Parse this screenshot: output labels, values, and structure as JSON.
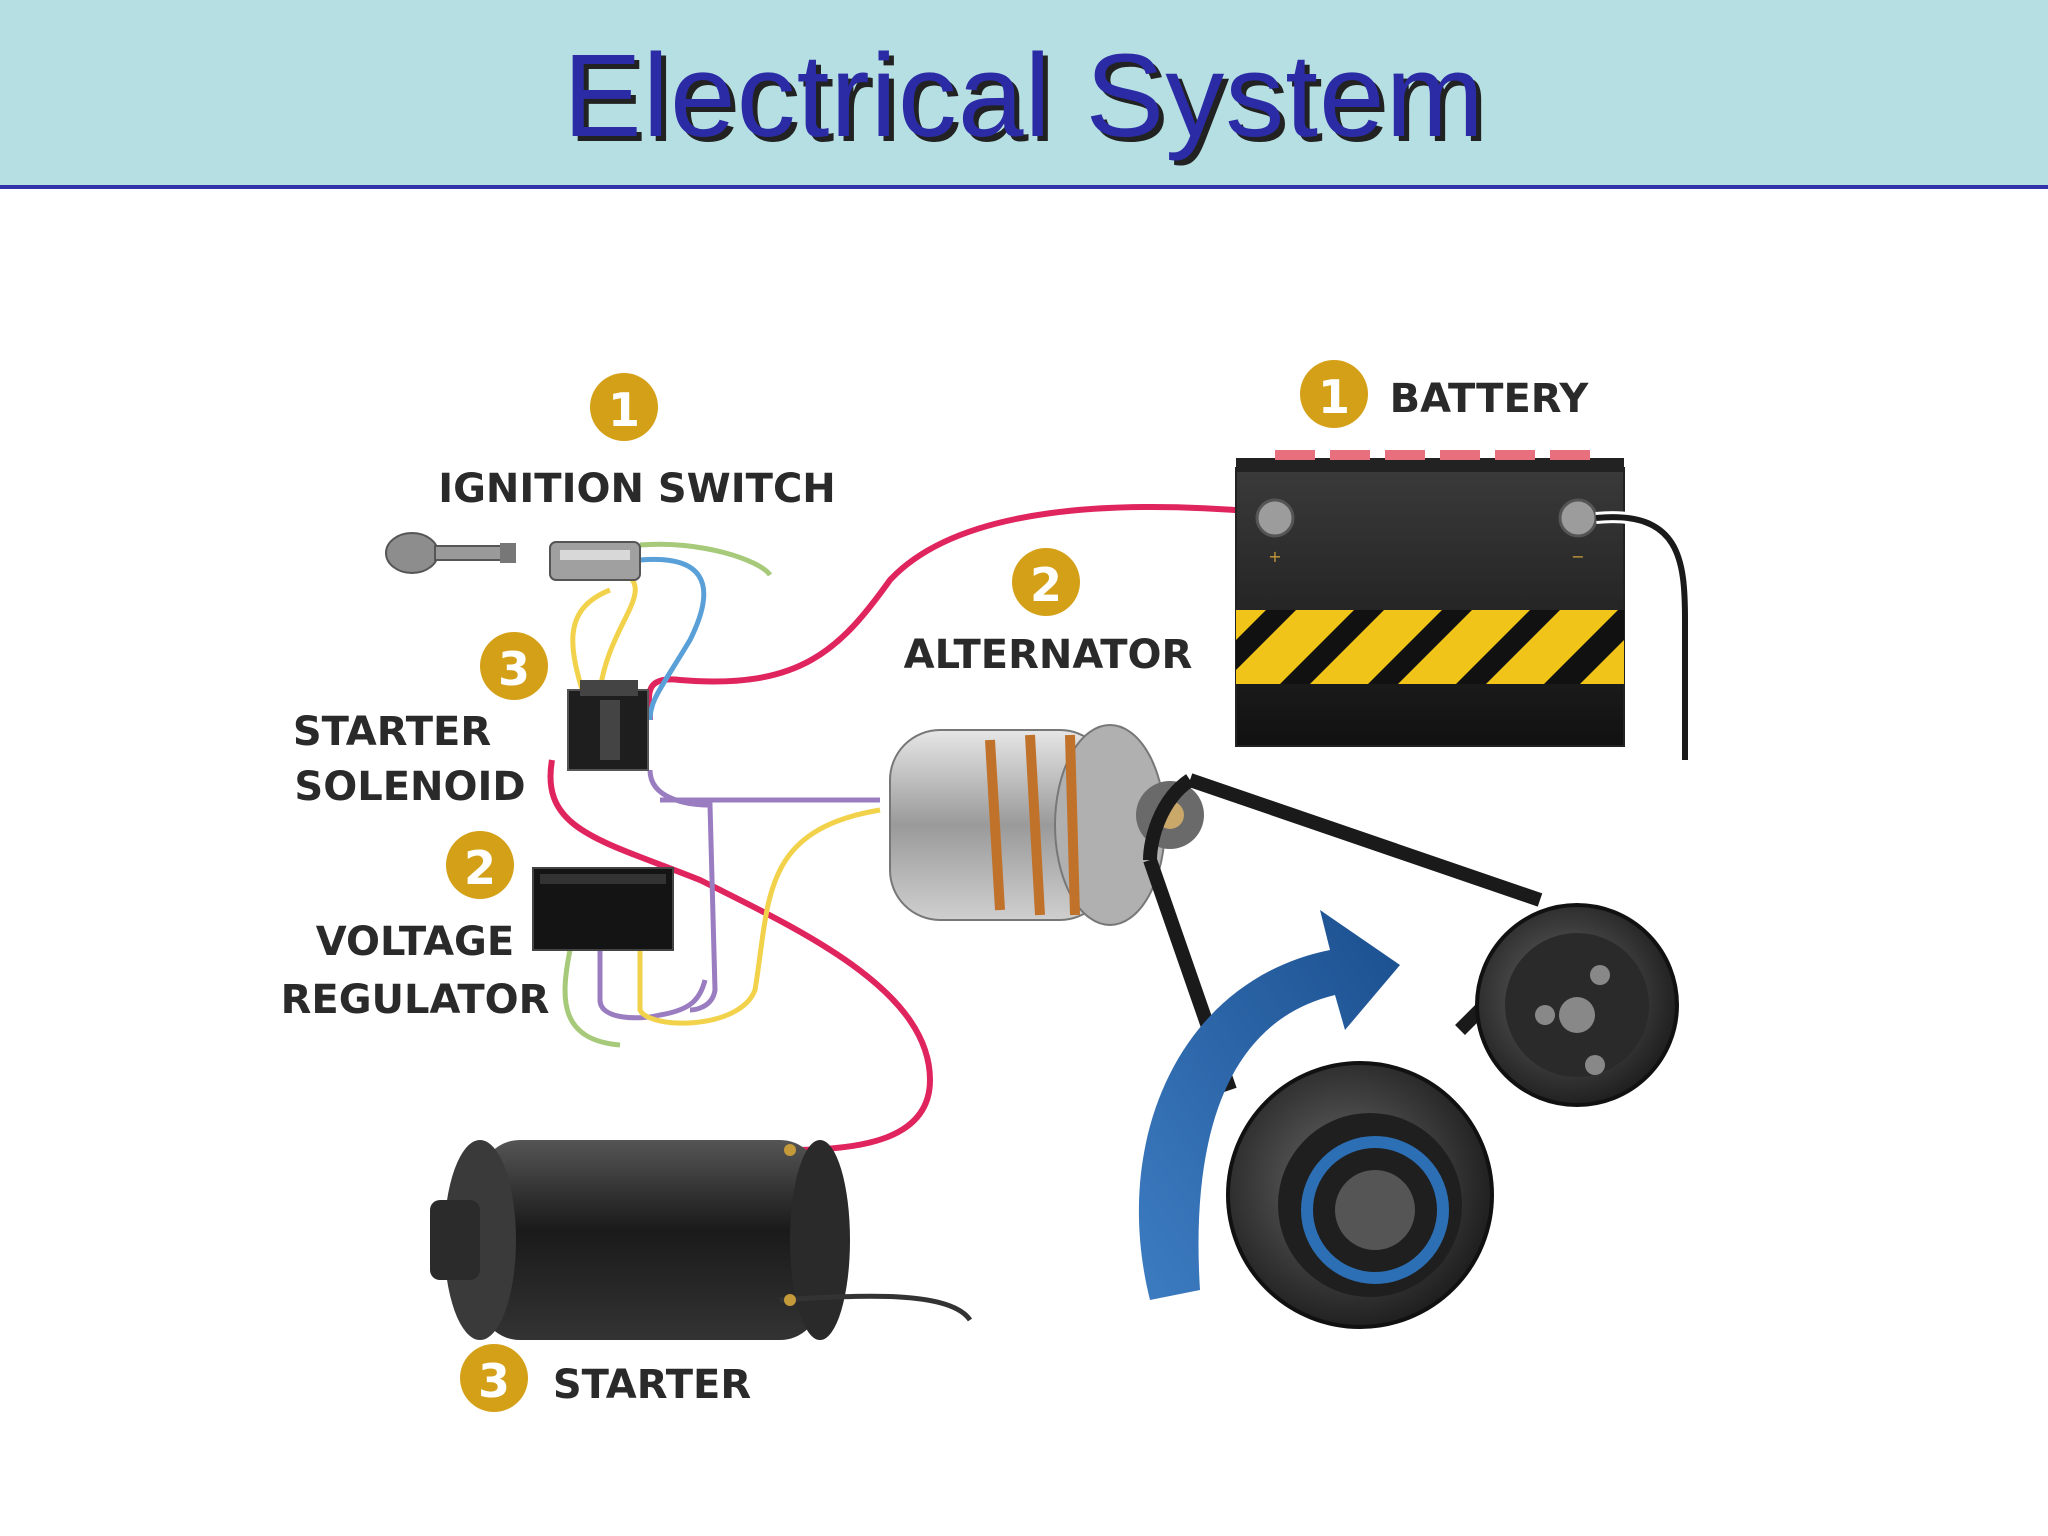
{
  "slide": {
    "title": "Electrical System"
  },
  "components": {
    "ignition_switch": {
      "number": "1",
      "label": "IGNITION SWITCH"
    },
    "battery": {
      "number": "1",
      "label": "BATTERY"
    },
    "alternator": {
      "number": "2",
      "label": "ALTERNATOR"
    },
    "starter_solenoid": {
      "number": "3",
      "label_line1": "STARTER",
      "label_line2": "SOLENOID"
    },
    "voltage_regulator": {
      "number": "2",
      "label_line1": "VOLTAGE",
      "label_line2": "REGULATOR"
    },
    "starter": {
      "number": "3",
      "label": "STARTER"
    }
  },
  "colors": {
    "title_bar": "#b5dfe2",
    "title_text": "#2b2ba6",
    "badge": "#d4a017",
    "wire_red": "#e0245e",
    "wire_yellow": "#f2d24b",
    "wire_blue": "#5aa0d8",
    "wire_purple": "#9a7cc0",
    "wire_green": "#a6c97a",
    "arrow_blue": "#1f5fa5"
  }
}
